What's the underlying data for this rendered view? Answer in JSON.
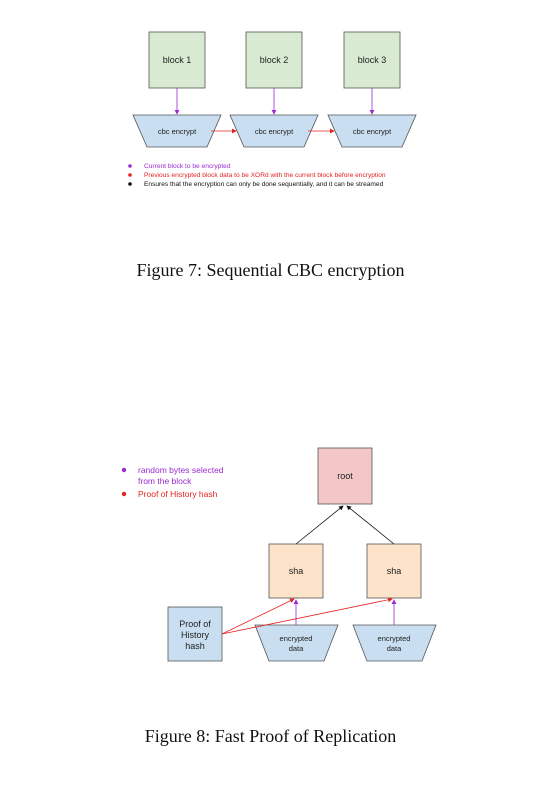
{
  "figure7": {
    "blocks": [
      "block 1",
      "block 2",
      "block 3"
    ],
    "encrypt_label": "cbc encrypt",
    "legend": [
      {
        "text": "Current block to be encrypted",
        "color": "#9a2bd1"
      },
      {
        "text": "Previous encrypted block data to be XORd with the current block before encryption",
        "color": "#e52222"
      },
      {
        "text": "Ensures that the encryption can only be done sequentially, and it can be streamed",
        "color": "#111111"
      }
    ],
    "caption": "Figure 7: Sequential CBC encryption"
  },
  "figure8": {
    "legend": [
      {
        "lines": [
          "random bytes selected",
          "from the block"
        ],
        "color": "#9a2bd1"
      },
      {
        "lines": [
          "Proof of History hash"
        ],
        "color": "#e52222"
      }
    ],
    "root_label": "root",
    "sha_label": "sha",
    "poh_lines": [
      "Proof of",
      "History",
      "hash"
    ],
    "encrypted_lines": [
      "encrypted",
      "data"
    ],
    "caption": "Figure 8: Fast Proof of Replication"
  },
  "colors": {
    "block_fill": "#d9ead3",
    "encrypt_fill": "#c9def0",
    "root_fill": "#f4c7c7",
    "sha_fill": "#fde3c9",
    "purple": "#9a2bd1",
    "red": "#e52222"
  }
}
